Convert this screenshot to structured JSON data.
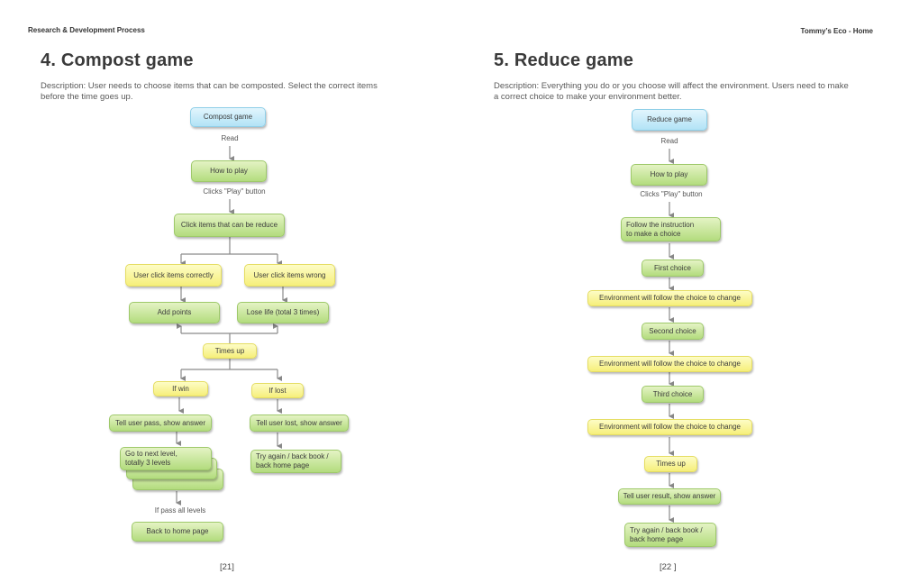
{
  "header": {
    "left": "Research & Development Process",
    "right": "Tommy’s Eco - Home"
  },
  "left_page": {
    "title": "4. Compost game",
    "description": "Description: User needs to choose items that can be composted. Select the correct items before the time goes up.",
    "page_number": "[21]",
    "nodes": {
      "start": "Compost  game",
      "how_to_play": "How to play",
      "click_items": "Click items that can be reduce",
      "correct": "User click items correctly",
      "wrong": "User click items wrong",
      "add_points": "Add points",
      "lose_life": "Lose life (total 3 times)",
      "times_up": "Times up",
      "if_win": "If win",
      "if_lost": "If lost",
      "tell_pass": "Tell user pass, show answer",
      "tell_lost": "Tell user lost, show answer",
      "next_level": "Go to next level,\ntotally 3 levels",
      "try_again": "Try again / back book /\nback home page",
      "back_home": "Back to home page"
    },
    "edge_labels": {
      "read": "Read",
      "clicks_play": "Clicks \"Play\" button",
      "pass_all": "If pass all levels"
    }
  },
  "right_page": {
    "title": "5. Reduce game",
    "description": "Description: Everything you do or you choose will affect the environment. Users need to make a correct choice to make your environment better.",
    "page_number": "[22 ]",
    "nodes": {
      "start": "Reduce  game",
      "how_to_play": "How to play",
      "follow": "Follow the instruction\nto make a choice",
      "first": "First choice",
      "env1": "Environment will follow the choice to change",
      "second": "Second choice",
      "env2": "Environment will follow the choice to change",
      "third": "Third choice",
      "env3": "Environment will follow the choice to change",
      "times_up": "Times up",
      "tell_result": "Tell user result, show answer",
      "try_again": "Try again / back book /\nback home page"
    },
    "edge_labels": {
      "read": "Read",
      "clicks_play": "Clicks \"Play\" button"
    }
  }
}
